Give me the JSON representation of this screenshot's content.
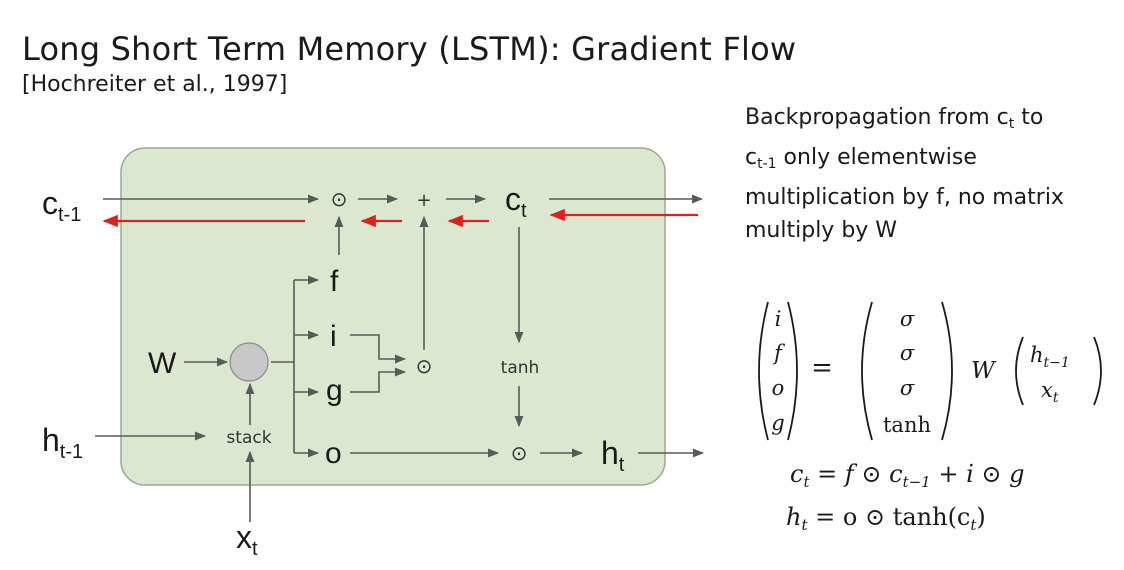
{
  "slide": {
    "title": "Long Short Term Memory (LSTM): Gradient Flow",
    "citation": "[Hochreiter et al., 1997]"
  },
  "note": {
    "line1_pre": "Backpropagation from c",
    "line1_sub": "t",
    "line1_post": " to",
    "line2_pre": "c",
    "line2_sub": "t-1",
    "line2_post": " only elementwise",
    "line3": "multiplication by f, no matrix",
    "line4": "multiply by W"
  },
  "diagram": {
    "c_prev": "c",
    "c_prev_sub": "t-1",
    "c_t": "c",
    "c_t_sub": "t",
    "h_prev": "h",
    "h_prev_sub": "t-1",
    "h_t": "h",
    "h_t_sub": "t",
    "x_t": "x",
    "x_t_sub": "t",
    "W": "W",
    "stack": "stack",
    "tanh": "tanh",
    "gate_f": "f",
    "gate_i": "i",
    "gate_g": "g",
    "gate_o": "o",
    "odot": "⊙",
    "plus": "+"
  },
  "equations": {
    "vec_left": [
      "i",
      "f",
      "o",
      "g"
    ],
    "equals": "=",
    "vec_right": [
      "σ",
      "σ",
      "σ",
      "tanh"
    ],
    "W": "W",
    "vec_input_top": "h",
    "vec_input_top_sub": "t−1",
    "vec_input_bottom": "x",
    "vec_input_bottom_sub": "t",
    "cell_eq": {
      "lhs": "c",
      "lhs_sub": "t",
      "rhs_1": "= f ⊙ c",
      "rhs_sub": "t−1",
      "rhs_2": " + i ⊙ g"
    },
    "hidden_eq": {
      "lhs": "h",
      "lhs_sub": "t",
      "rhs_1": "= o ⊙ tanh(c",
      "rhs_sub": "t",
      "rhs_2": ")"
    }
  },
  "colors": {
    "cell_fill": "#dbe8cf",
    "cell_stroke": "#9aa890",
    "arrow": "#5a5a5a",
    "gradient_arrow": "#e0201b",
    "node_fill": "#c8c8c8"
  }
}
